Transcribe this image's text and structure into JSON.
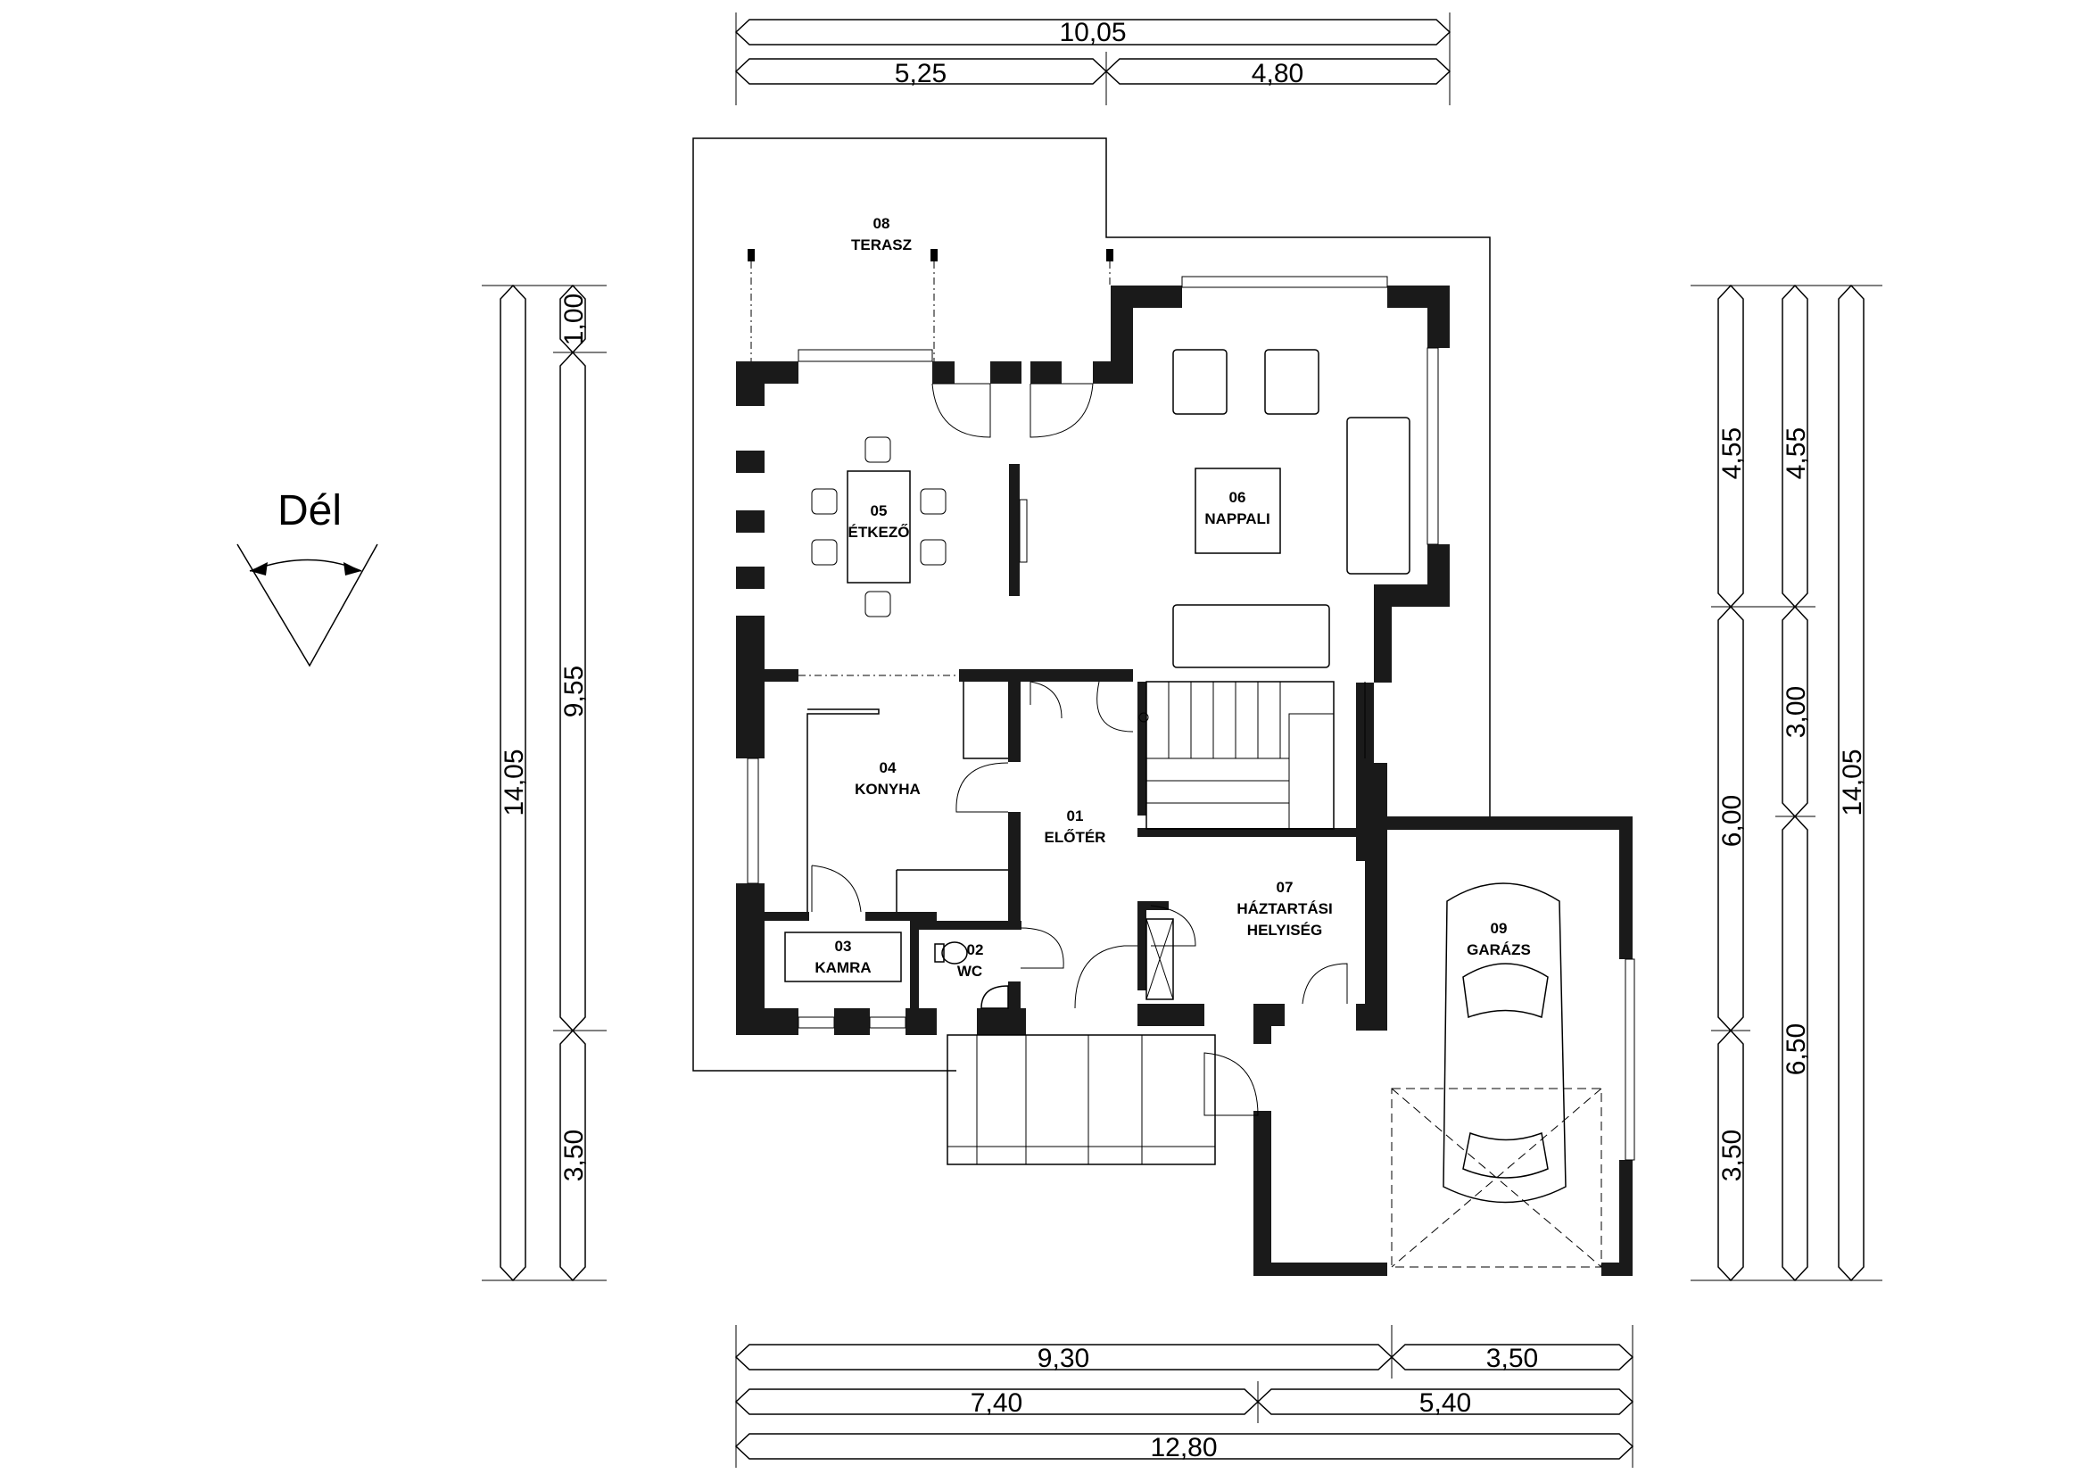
{
  "compass": {
    "label": "Dél"
  },
  "rooms": [
    {
      "number": "01",
      "name": "ELŐTÉR"
    },
    {
      "number": "02",
      "name": "WC"
    },
    {
      "number": "03",
      "name": "KAMRA"
    },
    {
      "number": "04",
      "name": "KONYHA"
    },
    {
      "number": "05",
      "name": "ÉTKEZŐ"
    },
    {
      "number": "06",
      "name": "NAPPALI"
    },
    {
      "number": "07",
      "name": "HÁZTARTÁSI",
      "name2": "HELYISÉG"
    },
    {
      "number": "08",
      "name": "TERASZ"
    },
    {
      "number": "09",
      "name": "GARÁZS"
    }
  ],
  "dimensions": {
    "top": {
      "total": "10,05",
      "left": "5,25",
      "right": "4,80"
    },
    "bottom": {
      "row1_left": "9,30",
      "row1_right": "3,50",
      "row2_left": "7,40",
      "row2_right": "5,40",
      "total": "12,80"
    },
    "left": {
      "total": "14,05",
      "seg1": "1,00",
      "seg2": "9,55",
      "seg3": "3,50"
    },
    "right": {
      "col1_a": "4,55",
      "col1_b": "6,00",
      "col1_c": "3,50",
      "col2_a": "4,55",
      "col2_b": "3,00",
      "col2_c": "6,50",
      "col3_total": "14,05"
    }
  }
}
